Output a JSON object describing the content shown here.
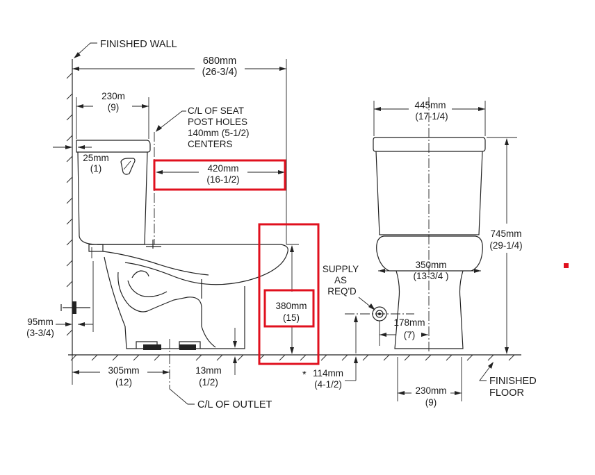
{
  "labels": {
    "finished_wall": "FINISHED WALL",
    "width_mm": "680mm",
    "width_in": "(26-3/4)",
    "tank_depth_mm": "230m",
    "tank_depth_in": "(9)",
    "seat_cl_1": "C/L OF SEAT",
    "seat_cl_2": "POST HOLES",
    "seat_cl_3": "140mm (5-1/2)",
    "seat_cl_4": "CENTERS",
    "lever_mm": "25mm",
    "lever_in": "(1)",
    "seat_hole_mm": "420mm",
    "seat_hole_in": "(16-1/2)",
    "bowl_height_mm": "380mm",
    "bowl_height_in": "(15)",
    "supply_offset_mm": "95mm",
    "supply_offset_in": "(3-3/4)",
    "rough_in_mm": "305mm",
    "rough_in_in": "(12)",
    "outlet_height_mm": "13mm",
    "outlet_height_in": "(1/2)",
    "outlet_cl": "C/L OF OUTLET",
    "supply_height_mm": "114mm",
    "supply_height_in": "(4-1/2)",
    "supply_height_star": "*",
    "supply_1": "SUPPLY",
    "supply_2": "AS",
    "supply_3": "REQ'D",
    "front_width_mm": "445mm",
    "front_width_in": "(17-1/4)",
    "total_height_mm": "745mm",
    "total_height_in": "(29-1/4)",
    "bowl_width_mm": "350mm",
    "bowl_width_in": "(13-3/4 )",
    "supply_side_mm": "178mm",
    "supply_side_in": "(7)",
    "base_width_mm": "230mm",
    "base_width_in": "(9)",
    "finished_floor_1": "FINISHED",
    "finished_floor_2": "FLOOR"
  },
  "colors": {
    "line": "#222222",
    "highlight": "#e0101e",
    "background": "#ffffff"
  }
}
